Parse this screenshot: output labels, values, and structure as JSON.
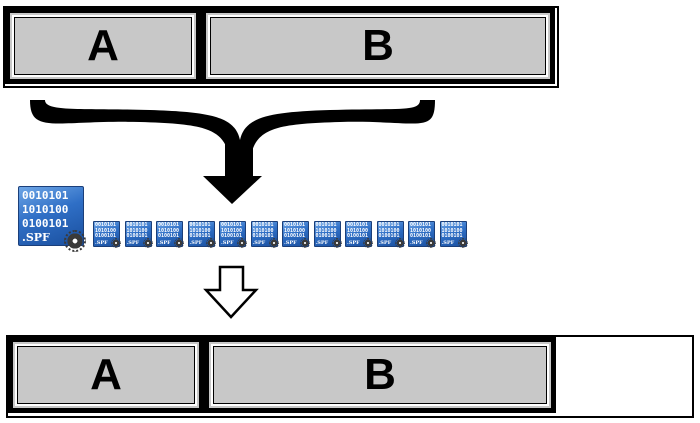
{
  "top_row": {
    "segment_a": "A",
    "segment_b": "B"
  },
  "bottom_row": {
    "segment_a": "A",
    "segment_b": "B"
  },
  "file_icon": {
    "lines": [
      "0010101",
      "1010100",
      "0100101"
    ],
    "extension": ".SPF",
    "icon": "binary-file-gear-icon",
    "color": "#2f6fc6"
  },
  "small_file_count": 12
}
